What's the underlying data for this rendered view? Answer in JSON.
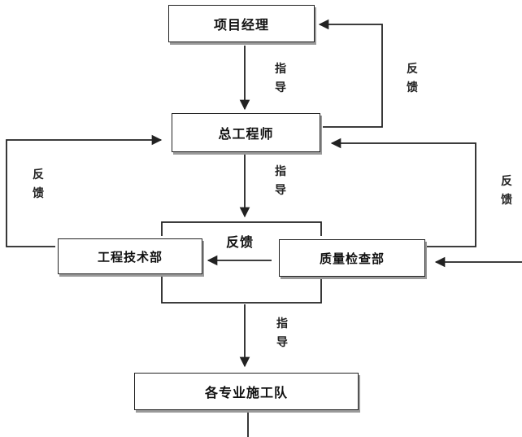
{
  "nodes": {
    "project_manager": "项目经理",
    "chief_engineer": "总工程师",
    "tech_dept": "工程技术部",
    "quality_dept": "质量检查部",
    "construction_teams": "各专业施工队"
  },
  "edge_labels": {
    "guide_1": "指导",
    "feedback_right_top": "反馈",
    "guide_2": "指导",
    "feedback_left": "反馈",
    "feedback_right": "反馈",
    "feedback_center": "反馈",
    "guide_3": "指导"
  },
  "colors": {
    "line": "#222222",
    "shadow": "#9a9a9a"
  }
}
